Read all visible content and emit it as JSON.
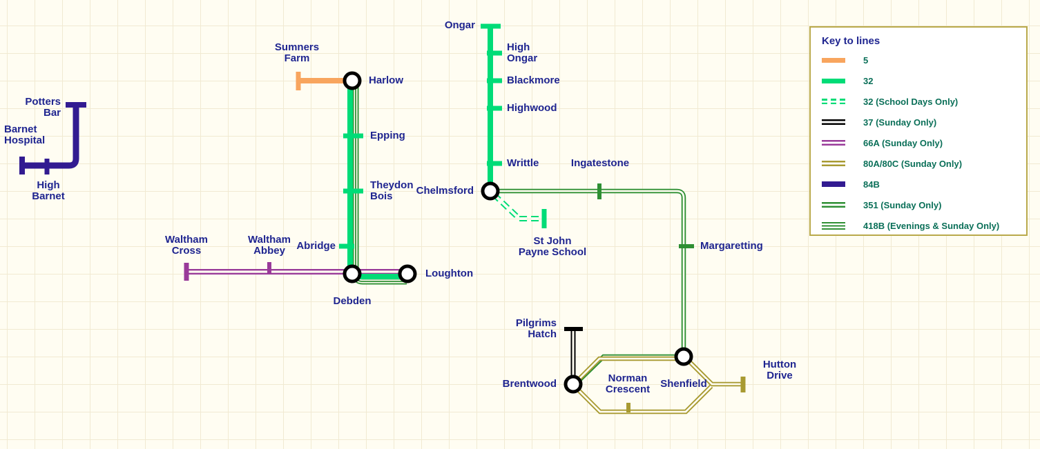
{
  "legend": {
    "title": "Key to lines",
    "items": [
      {
        "label": "5",
        "color": "#F8A55E",
        "pattern": "solid"
      },
      {
        "label": "32",
        "color": "#00DC77",
        "pattern": "solid"
      },
      {
        "label": "32 (School Days Only)",
        "color": "#00DC77",
        "pattern": "dashed-hollow"
      },
      {
        "label": "37 (Sunday Only)",
        "color": "#000000",
        "pattern": "double"
      },
      {
        "label": "66A (Sunday Only)",
        "color": "#993A99",
        "pattern": "double"
      },
      {
        "label": "80A/80C (Sunday Only)",
        "color": "#A89A32",
        "pattern": "double"
      },
      {
        "label": "84B",
        "color": "#321B91",
        "pattern": "solid"
      },
      {
        "label": "351 (Sunday Only)",
        "color": "#2E8F33",
        "pattern": "double"
      },
      {
        "label": "418B (Evenings & Sunday Only)",
        "color": "#2E8F33",
        "pattern": "triple"
      }
    ]
  },
  "map": {
    "labels": {
      "potters_bar": "Potters\nBar",
      "barnet_hospital": "Barnet\nHospital",
      "high_barnet": "High\nBarnet",
      "sumners_farm": "Sumners\nFarm",
      "harlow": "Harlow",
      "epping": "Epping",
      "theydon_bois": "Theydon\nBois",
      "abridge": "Abridge",
      "waltham_cross": "Waltham\nCross",
      "waltham_abbey": "Waltham\nAbbey",
      "debden": "Debden",
      "loughton": "Loughton",
      "ongar": "Ongar",
      "high_ongar": "High\nOngar",
      "blackmore": "Blackmore",
      "highwood": "Highwood",
      "writtle": "Writtle",
      "chelmsford": "Chelmsford",
      "st_john_payne_school": "St John\nPayne School",
      "ingatestone": "Ingatestone",
      "margaretting": "Margaretting",
      "pilgrims_hatch": "Pilgrims\nHatch",
      "brentwood": "Brentwood",
      "norman_crescent": "Norman\nCrescent",
      "shenfield": "Shenfield",
      "hutton_drive": "Hutton\nDrive"
    }
  },
  "colors": {
    "background": "#FFFDF2",
    "grid": "#F1EAD2",
    "station_label": "#1F2590",
    "legend_text": "#0A6F58",
    "legend_border": "#B9A94A"
  }
}
